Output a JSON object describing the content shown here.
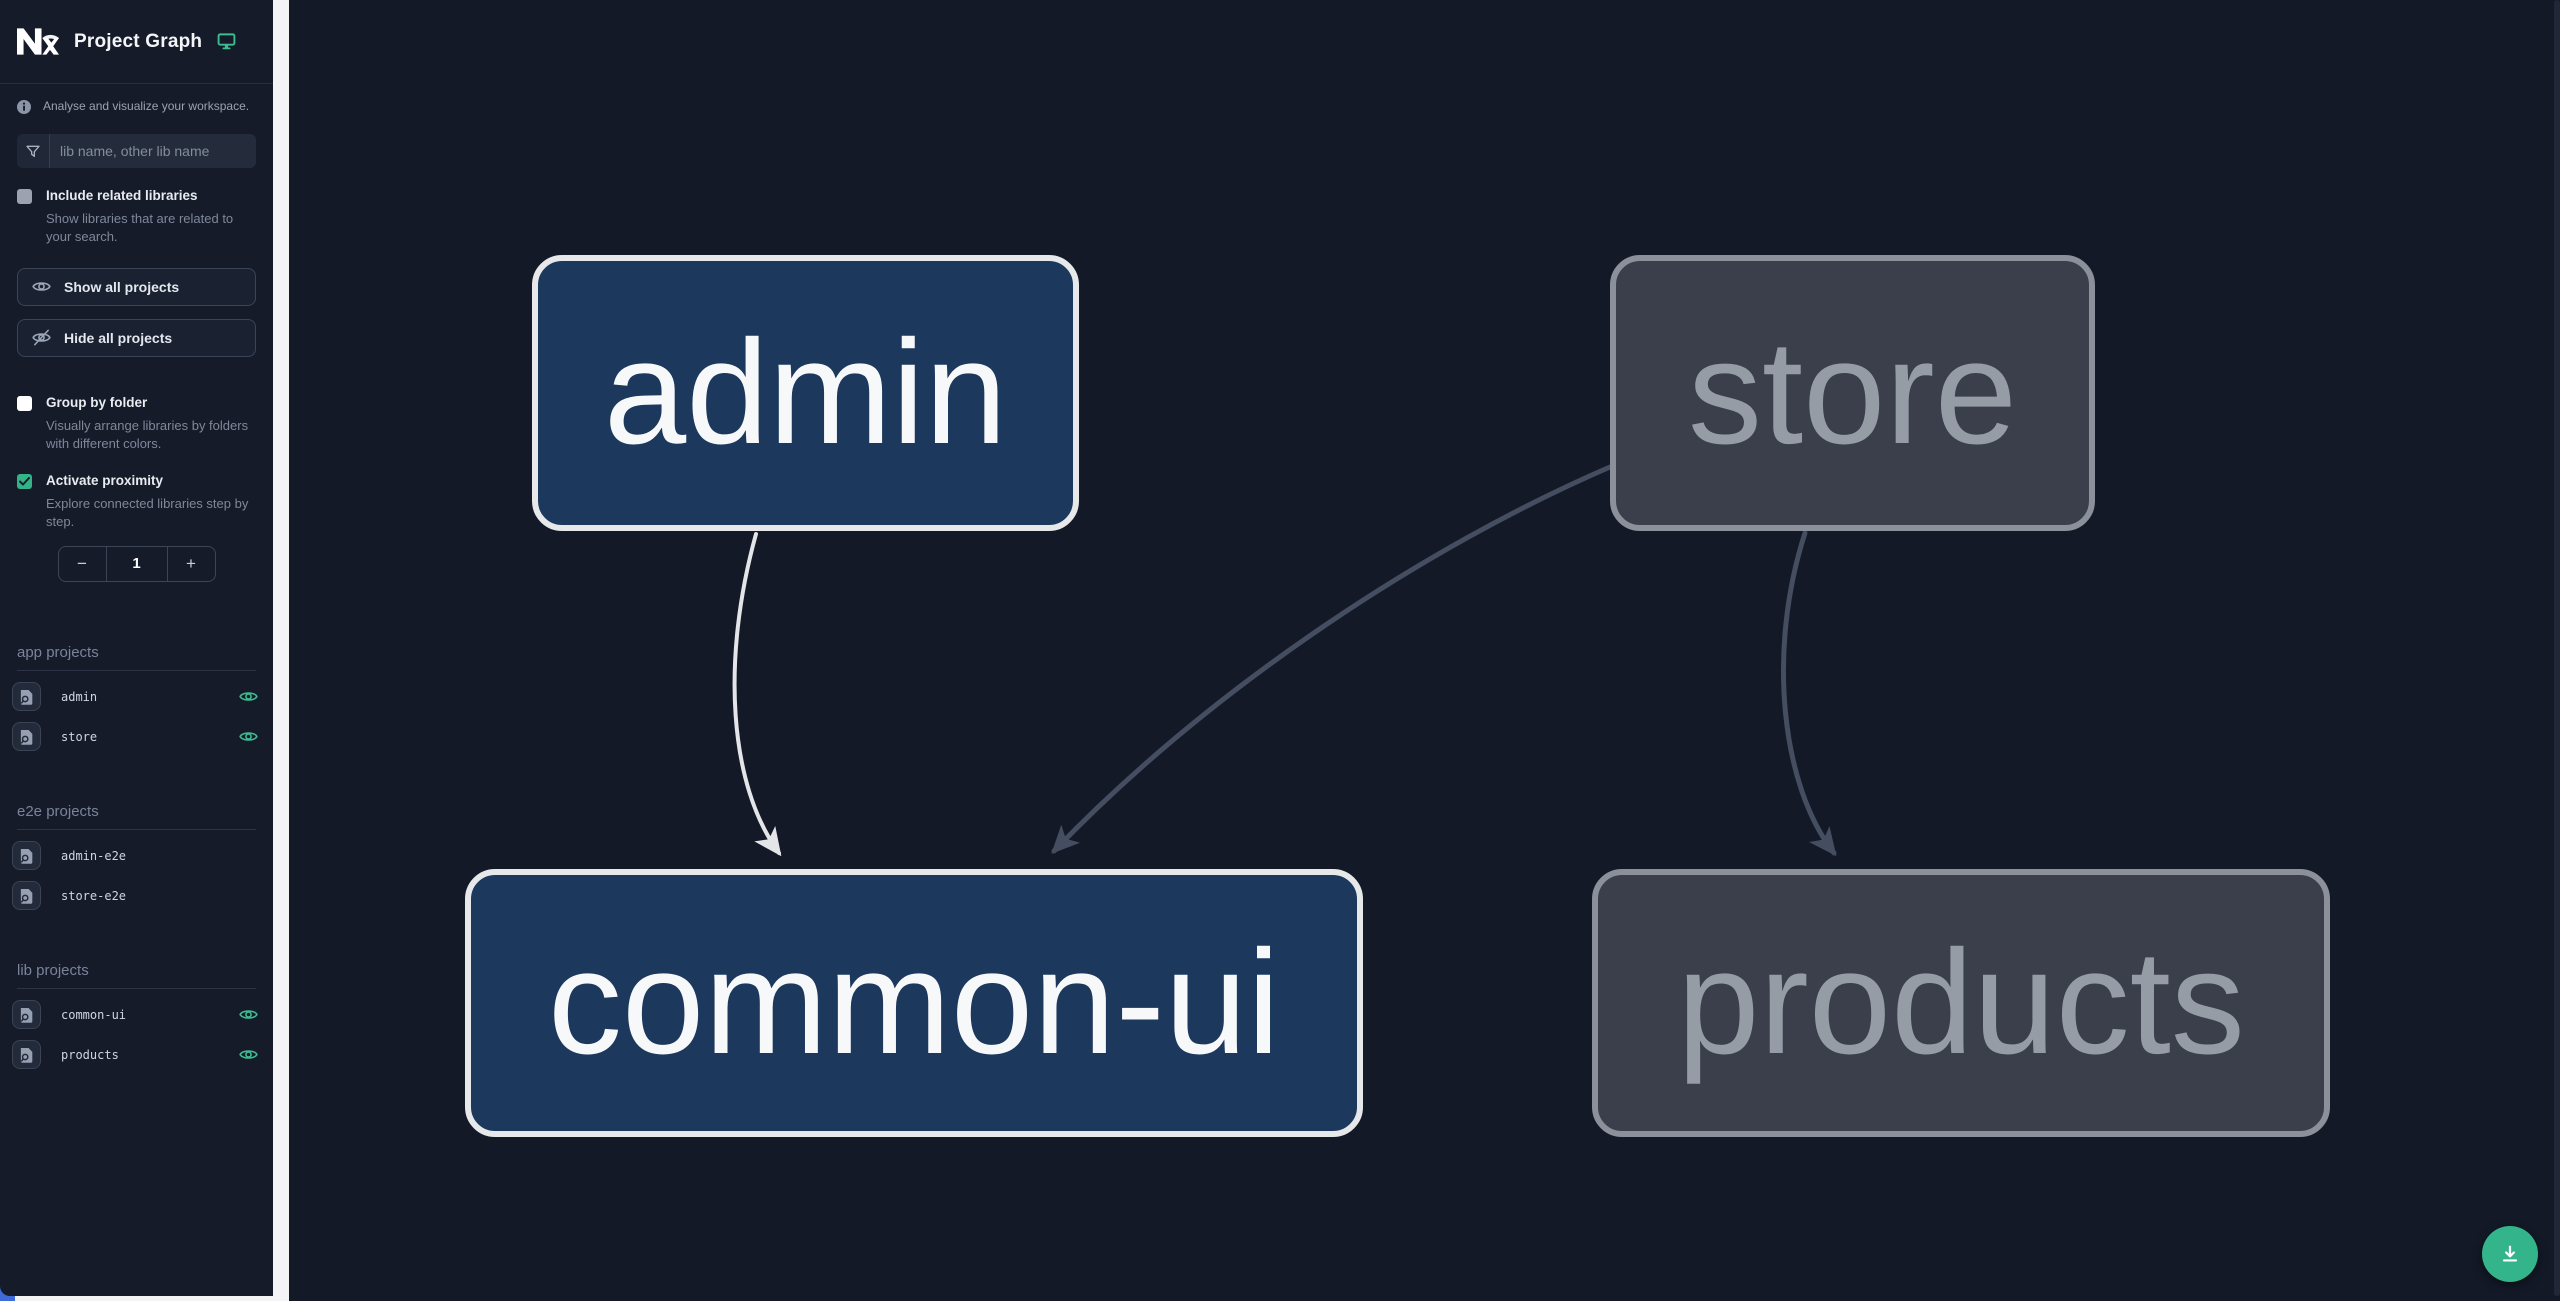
{
  "header": {
    "logo": "Nx",
    "title": "Project Graph"
  },
  "sidebar": {
    "tagline": "Analyse and visualize your workspace.",
    "filter": {
      "placeholder": "lib name, other lib name",
      "value": ""
    },
    "include_related": {
      "label": "Include related libraries",
      "description": "Show libraries that are related to your search.",
      "checked": false
    },
    "show_all_label": "Show all projects",
    "hide_all_label": "Hide all projects",
    "group_by_folder": {
      "label": "Group by folder",
      "description": "Visually arrange libraries by folders with different colors.",
      "checked": false
    },
    "activate_proximity": {
      "label": "Activate proximity",
      "description": "Explore connected libraries step by step.",
      "checked": true
    },
    "proximity_value": "1",
    "stepper": {
      "decrement": "−",
      "increment": "+"
    },
    "app_projects": {
      "title": "app projects",
      "items": [
        {
          "name": "admin",
          "visible": true
        },
        {
          "name": "store",
          "visible": true
        }
      ]
    },
    "e2e_projects": {
      "title": "e2e projects",
      "items": [
        {
          "name": "admin-e2e",
          "visible": false
        },
        {
          "name": "store-e2e",
          "visible": false
        }
      ]
    },
    "lib_projects": {
      "title": "lib projects",
      "items": [
        {
          "name": "common-ui",
          "visible": true
        },
        {
          "name": "products",
          "visible": true
        }
      ]
    }
  },
  "graph": {
    "nodes": [
      {
        "id": "admin",
        "label": "admin",
        "state": "focused"
      },
      {
        "id": "store",
        "label": "store",
        "state": "unfocused"
      },
      {
        "id": "common-ui",
        "label": "common-ui",
        "state": "focused"
      },
      {
        "id": "products",
        "label": "products",
        "state": "unfocused"
      }
    ],
    "edges": [
      {
        "from": "admin",
        "to": "common-ui",
        "highlighted": true
      },
      {
        "from": "store",
        "to": "common-ui",
        "highlighted": false
      },
      {
        "from": "store",
        "to": "products",
        "highlighted": false
      }
    ]
  },
  "colors": {
    "accent_teal": "#3dbd8f",
    "fab_green": "#34b48a",
    "focused_node_fill": "#1c385c",
    "focused_node_border": "#e6e8ea",
    "unfocused_node_fill": "#3a3f4b",
    "unfocused_node_border": "#8b909a",
    "edge_highlight": "#e3e5e9",
    "edge_muted": "#444e60",
    "sidebar_bg": "#161b2a",
    "canvas_bg": "#131927",
    "checkbox_checked": "#35b388"
  }
}
